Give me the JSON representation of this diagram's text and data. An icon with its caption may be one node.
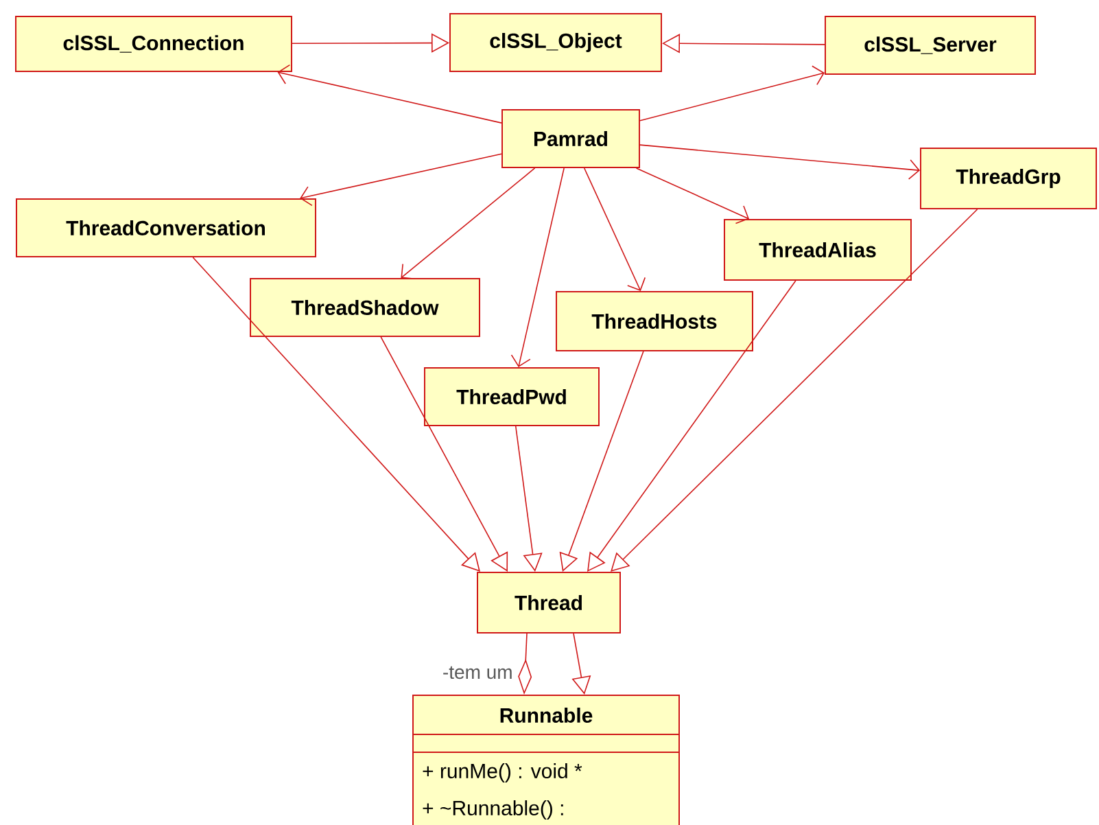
{
  "diagram": {
    "nodes": [
      {
        "text": [
          "clSSL_Connection"
        ]
      },
      {
        "text": [
          "clSSL_Object"
        ]
      },
      {
        "text": [
          "clSSL_Server"
        ]
      },
      {
        "text": [
          "Pamrad"
        ]
      },
      {
        "text": [
          "ThreadGrp"
        ]
      },
      {
        "text": [
          "ThreadConversation"
        ]
      },
      {
        "text": [
          "ThreadAlias"
        ]
      },
      {
        "text": [
          "ThreadShadow"
        ]
      },
      {
        "text": [
          "ThreadHosts"
        ]
      },
      {
        "text": [
          "ThreadPwd"
        ]
      },
      {
        "text": [
          "Thread"
        ]
      },
      {
        "text": [
          "Runnable",
          "+ runMe() : void *",
          "+ ~Runnable() :"
        ]
      }
    ],
    "edges": [
      {
        "from": 0,
        "to": 1,
        "arrow": "to"
      },
      {
        "from": 2,
        "to": 1,
        "arrow": "to"
      },
      {
        "from": 3,
        "to": 0,
        "arrow": "to"
      },
      {
        "from": 3,
        "to": 2,
        "arrow": "to"
      },
      {
        "from": 3,
        "to": 4,
        "arrow": "to"
      },
      {
        "from": 3,
        "to": 5,
        "arrow": "to"
      },
      {
        "from": 3,
        "to": 6,
        "arrow": "to"
      },
      {
        "from": 3,
        "to": 7,
        "arrow": "to"
      },
      {
        "from": 3,
        "to": 8,
        "arrow": "to"
      },
      {
        "from": 3,
        "to": 9,
        "arrow": "to"
      },
      {
        "from": 5,
        "to": 10,
        "arrow": "to"
      },
      {
        "from": 7,
        "to": 10,
        "arrow": "to"
      },
      {
        "from": 9,
        "to": 10,
        "arrow": "to"
      },
      {
        "from": 8,
        "to": 10,
        "arrow": "to"
      },
      {
        "from": 6,
        "to": 10,
        "arrow": "to"
      },
      {
        "from": 4,
        "to": 10,
        "arrow": "to"
      },
      {
        "from": 10,
        "to": 11,
        "arrow": "other",
        "label": "-tem um"
      },
      {
        "from": 10,
        "to": 11,
        "arrow": "to"
      }
    ]
  }
}
